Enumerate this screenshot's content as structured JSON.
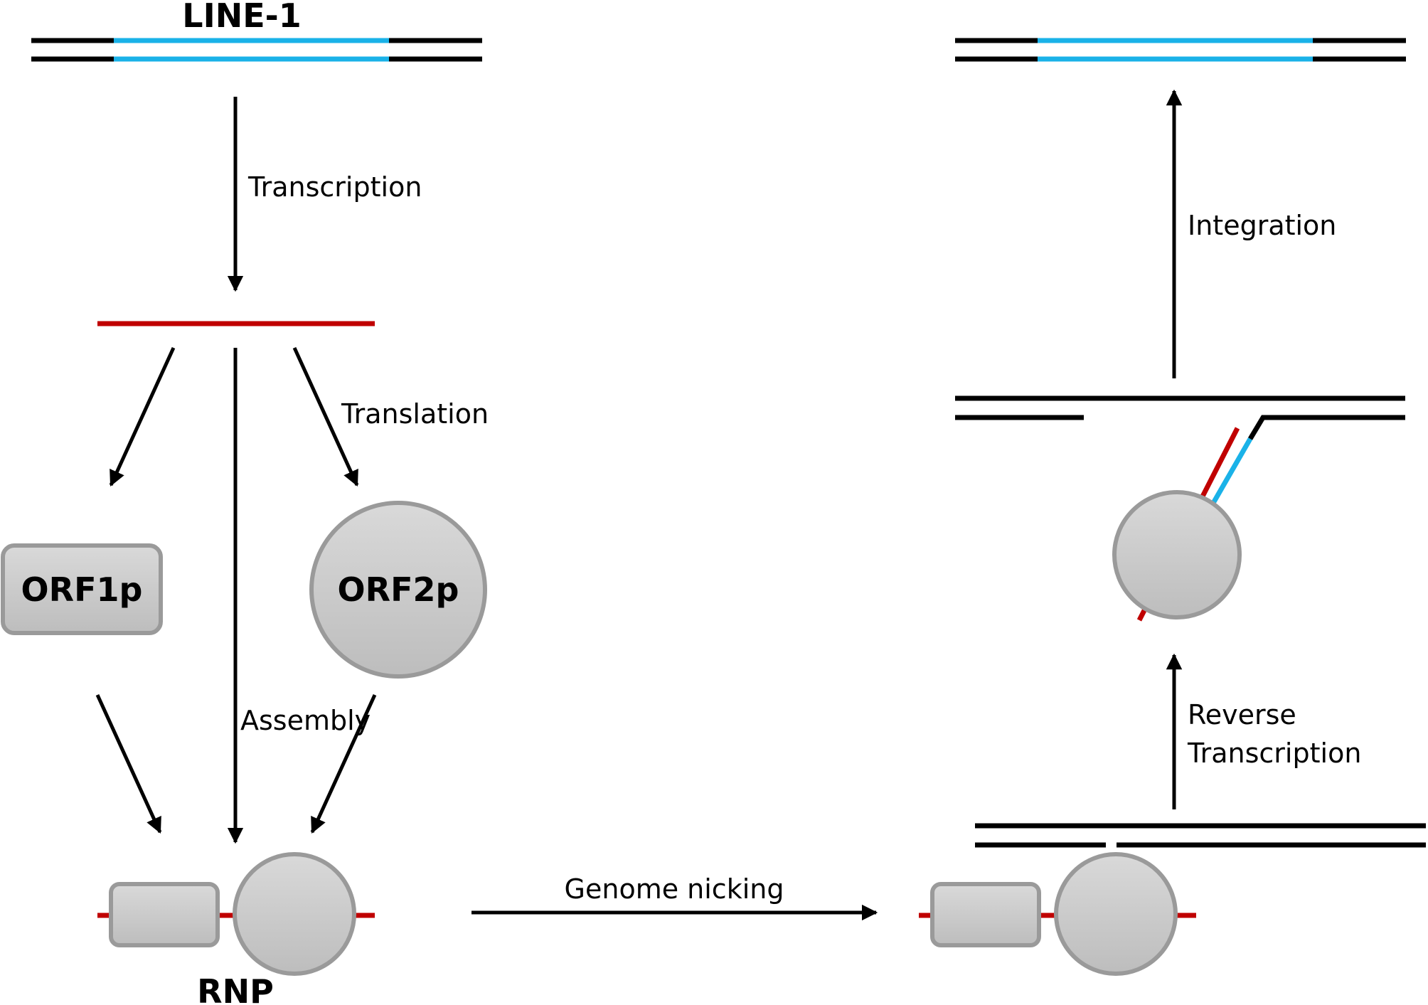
{
  "labels": {
    "line1": "LINE-1",
    "transcription": "Transcription",
    "translation": "Translation",
    "orf1p": "ORF1p",
    "orf2p": "ORF2p",
    "assembly": "Assembly",
    "rnp": "RNP",
    "genome_nicking": "Genome nicking",
    "reverse": "Reverse",
    "reverse_transcription": "Transcription",
    "integration": "Integration"
  },
  "colors": {
    "dna": "#000000",
    "line1_insert": "#1ab2e8",
    "rna": "#c00000",
    "protein_fill": "#c8c8c8",
    "protein_stroke": "#9a9a9a"
  }
}
